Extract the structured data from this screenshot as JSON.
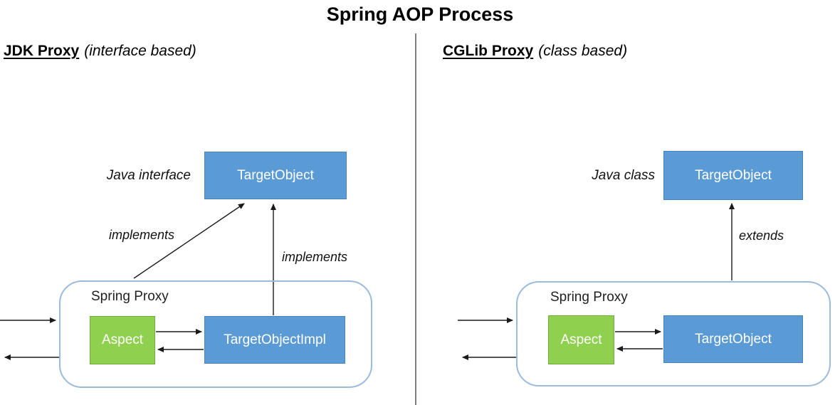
{
  "title": "Spring AOP Process",
  "left_panel": {
    "heading": "JDK Proxy",
    "heading_qualifier": "(interface based)",
    "type_label": "Java interface",
    "target_box": "TargetObject",
    "relation_diagonal": "implements",
    "relation_vertical": "implements",
    "proxy_label": "Spring Proxy",
    "aspect_box": "Aspect",
    "impl_box": "TargetObjectImpl"
  },
  "right_panel": {
    "heading": "CGLib Proxy",
    "heading_qualifier": "(class based)",
    "type_label": "Java class",
    "target_box": "TargetObject",
    "relation_vertical": "extends",
    "proxy_label": "Spring Proxy",
    "aspect_box": "Aspect",
    "impl_box": "TargetObject"
  },
  "colors": {
    "box_blue": "#5B9BD5",
    "box_blue_border": "#4A84BC",
    "box_green": "#8FD14F",
    "box_green_border": "#6FAE3E",
    "proxy_border": "#9CBADB",
    "divider": "#7F7F7F",
    "arrow": "#1a1a1a",
    "box_text": "#ffffff"
  }
}
